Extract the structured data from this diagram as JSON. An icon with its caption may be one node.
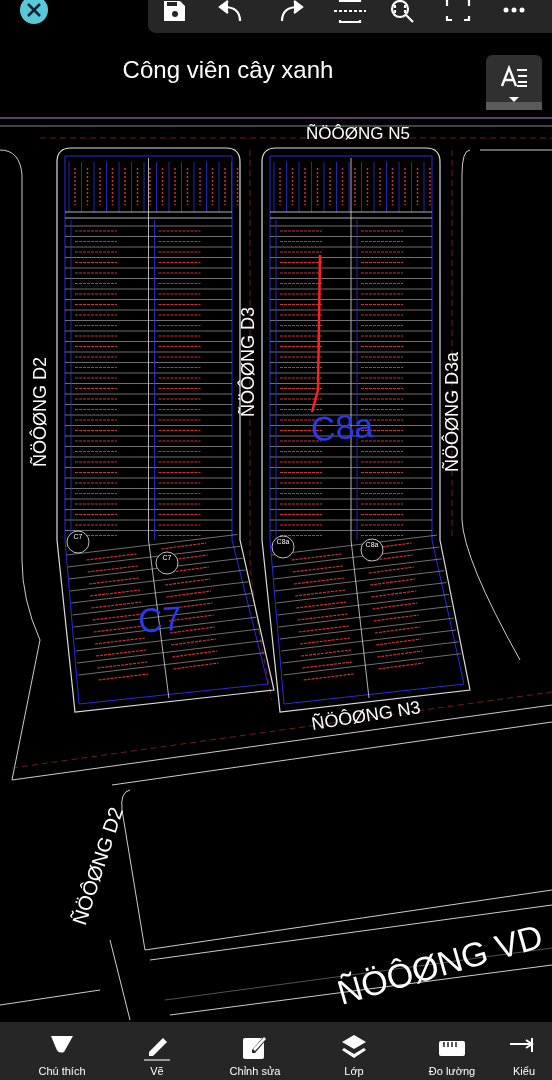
{
  "diagram": {
    "labels": [
      "Công viên cây xanh",
      "ÑÖÔØNG N5",
      "ÑÖÔØNG D2",
      "ÑÖÔØNG D3",
      "C8a",
      "ÑÖÔØNG D3a",
      "C8a",
      "C8a",
      "C7",
      "C7",
      "C7",
      "ÑÖÔØNG N3",
      "ÑÖÔØNG D2",
      "ÑÖÔØNG VD",
      "Chú thích",
      "Vẽ",
      "Chỉnh sửa",
      "Lớp",
      "Đo lường",
      "Kiểu"
    ]
  }
}
